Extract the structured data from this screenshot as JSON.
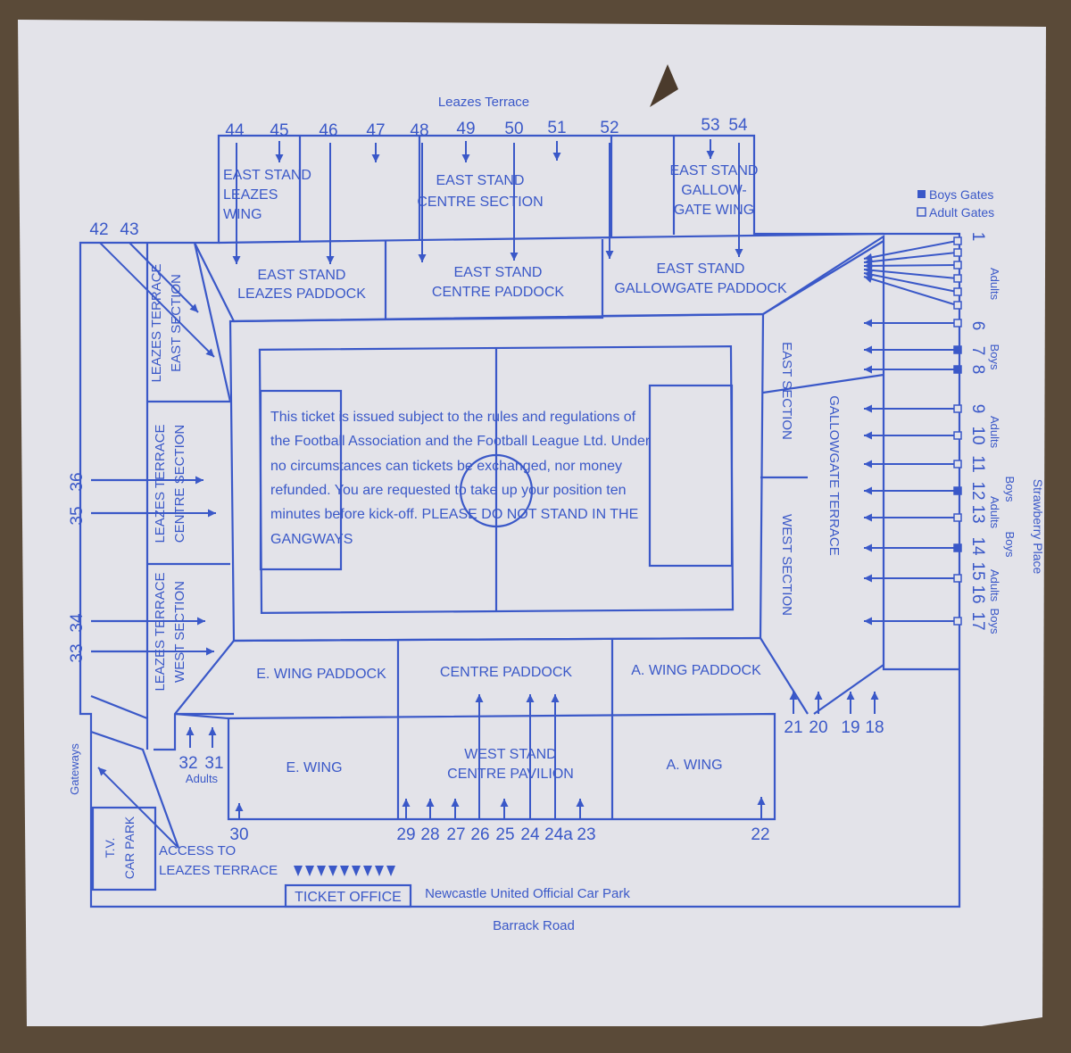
{
  "ticket": {
    "top_road": "Leazes Terrace",
    "bottom_road": "Barrack Road",
    "right_road": "Strawberry Place",
    "car_park": "Newcastle United Official Car Park",
    "ticket_office": "TICKET OFFICE",
    "gateways": "Gateways",
    "access": [
      "ACCESS TO",
      "LEAZES TERRACE"
    ],
    "tv_car_park": [
      "T.V.",
      "CAR PARK"
    ],
    "legend": {
      "boys": "Boys Gates",
      "adults": "Adult Gates"
    },
    "notice": [
      "This ticket is issued subject to the rules and regulations of",
      "the Football Association and the Football League Ltd. Under",
      "no circumstances can tickets be exchanged, nor money",
      "refunded. You are requested to take up your position ten",
      "minutes before kick-off. PLEASE DO NOT STAND IN THE",
      "GANGWAYS"
    ]
  },
  "sections": {
    "es_leazes_wing": [
      "EAST STAND",
      "LEAZES",
      "WING"
    ],
    "es_centre_section": [
      "EAST STAND",
      "CENTRE SECTION"
    ],
    "es_gallowgate_wing": [
      "EAST STAND",
      "GALLOW-",
      "GATE WING"
    ],
    "es_leazes_paddock": [
      "EAST STAND",
      "LEAZES PADDOCK"
    ],
    "es_centre_paddock": [
      "EAST STAND",
      "CENTRE PADDOCK"
    ],
    "es_gallowgate_paddock": [
      "EAST STAND",
      "GALLOWGATE PADDOCK"
    ],
    "lt_east": [
      "LEAZES TERRACE",
      "EAST SECTION"
    ],
    "lt_centre": [
      "LEAZES TERRACE",
      "CENTRE SECTION"
    ],
    "lt_west": [
      "LEAZES TERRACE",
      "WEST SECTION"
    ],
    "gallowgate_east": "EAST SECTION",
    "gallowgate_terrace": "GALLOWGATE TERRACE",
    "gallowgate_west": "WEST SECTION",
    "e_wing_paddock": "E. WING PADDOCK",
    "centre_paddock": "CENTRE PADDOCK",
    "a_wing_paddock": "A. WING PADDOCK",
    "e_wing": "E. WING",
    "west_stand": [
      "WEST STAND",
      "CENTRE PAVILION"
    ],
    "a_wing": "A. WING"
  },
  "gates": {
    "top": [
      "44",
      "45",
      "46",
      "47",
      "48",
      "49",
      "50",
      "51",
      "52",
      "53",
      "54"
    ],
    "left_top": [
      "42",
      "43"
    ],
    "left": [
      "36",
      "35",
      "34",
      "33"
    ],
    "right": [
      "1",
      "6",
      "7",
      "8",
      "9",
      "10",
      "11",
      "12",
      "13",
      "14",
      "15",
      "16",
      "17"
    ],
    "right_groups": [
      "Adults",
      "Boys",
      "Adults",
      "Boys",
      "Adults",
      "Boys",
      "Adults",
      "Boys"
    ],
    "bottom_right": [
      "21",
      "20",
      "19",
      "18"
    ],
    "bottom_left": [
      "32",
      "31"
    ],
    "bottom_left_label": "Adults",
    "bottom": [
      "30",
      "29",
      "28",
      "27",
      "26",
      "25",
      "24",
      "24a",
      "23",
      "22"
    ]
  },
  "colors": {
    "ink": "#3a58c8",
    "paper": "#e4e4ea"
  }
}
